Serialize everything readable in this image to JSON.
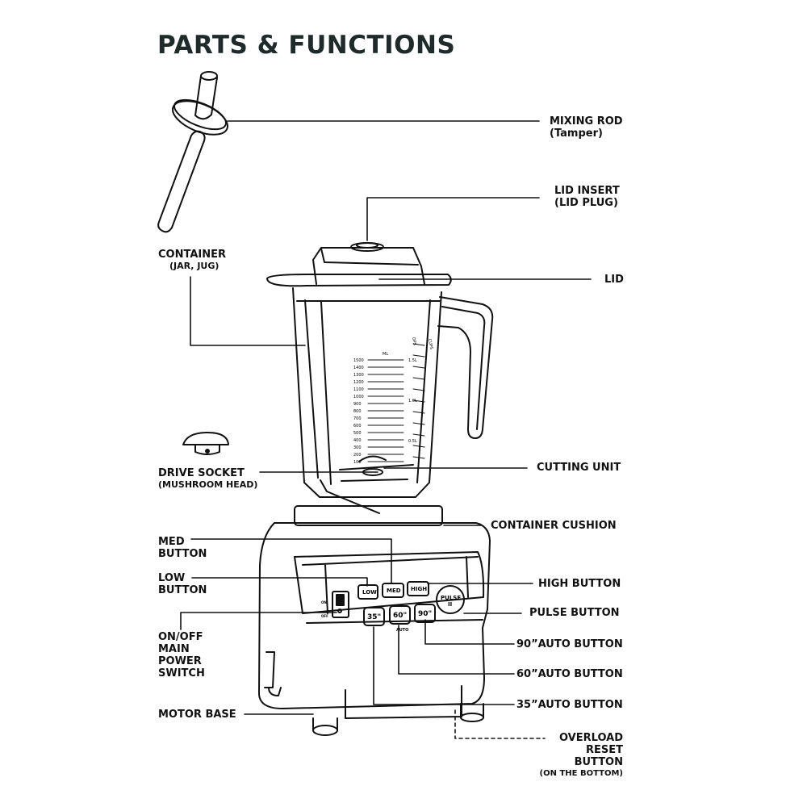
{
  "title": "PARTS & FUNCTIONS",
  "labels": {
    "mixing_rod": {
      "line1": "MIXING ROD",
      "line2": "(Tamper)"
    },
    "lid_insert": {
      "line1": "LID INSERT",
      "line2": "(LID PLUG)"
    },
    "container": {
      "line1": "CONTAINER",
      "line2": "(JAR, JUG)"
    },
    "lid": "LID",
    "drive_socket": {
      "line1": "DRIVE SOCKET",
      "line2": "(MUSHROOM HEAD)"
    },
    "cutting_unit": "CUTTING UNIT",
    "container_cushion": "CONTAINER CUSHION",
    "med_button": {
      "line1": "MED",
      "line2": "BUTTON"
    },
    "low_button": {
      "line1": "LOW",
      "line2": "BUTTON"
    },
    "high_button": "HIGH BUTTON",
    "pulse_button": "PULSE BUTTON",
    "on_off": {
      "line1": "ON/OFF",
      "line2": "MAIN",
      "line3": "POWER",
      "line4": "SWITCH"
    },
    "auto_90": "90”AUTO BUTTON",
    "auto_60": "60”AUTO  BUTTON",
    "auto_35": "35”AUTO  BUTTON",
    "motor_base": "MOTOR BASE",
    "overload": {
      "line1": "OVERLOAD",
      "line2": "RESET",
      "line3": "BUTTON",
      "line4": "(ON THE BOTTOM)"
    }
  },
  "panel": {
    "low": "LOW",
    "med": "MED",
    "high": "HIGH",
    "pulse_line1": "PULSE",
    "pulse_line2": "II",
    "t35": "35\"",
    "t60": "60\"",
    "t90": "90\"",
    "auto": "AUTO",
    "on": "ON",
    "off": "OFF"
  },
  "jar_scale": {
    "ml_header": "ML",
    "ml_marks": [
      "1500",
      "1400",
      "1300",
      "1200",
      "1100",
      "1000",
      "900",
      "800",
      "700",
      "600",
      "500",
      "400",
      "300",
      "200",
      "100"
    ],
    "unit_left": "OPS",
    "unit_right": "CUPS",
    "liter_marks": [
      "1.5L",
      "1.0L",
      "0.5L"
    ]
  },
  "colors": {
    "ink": "#111111",
    "title": "#1f2a2a",
    "paper": "#ffffff"
  }
}
